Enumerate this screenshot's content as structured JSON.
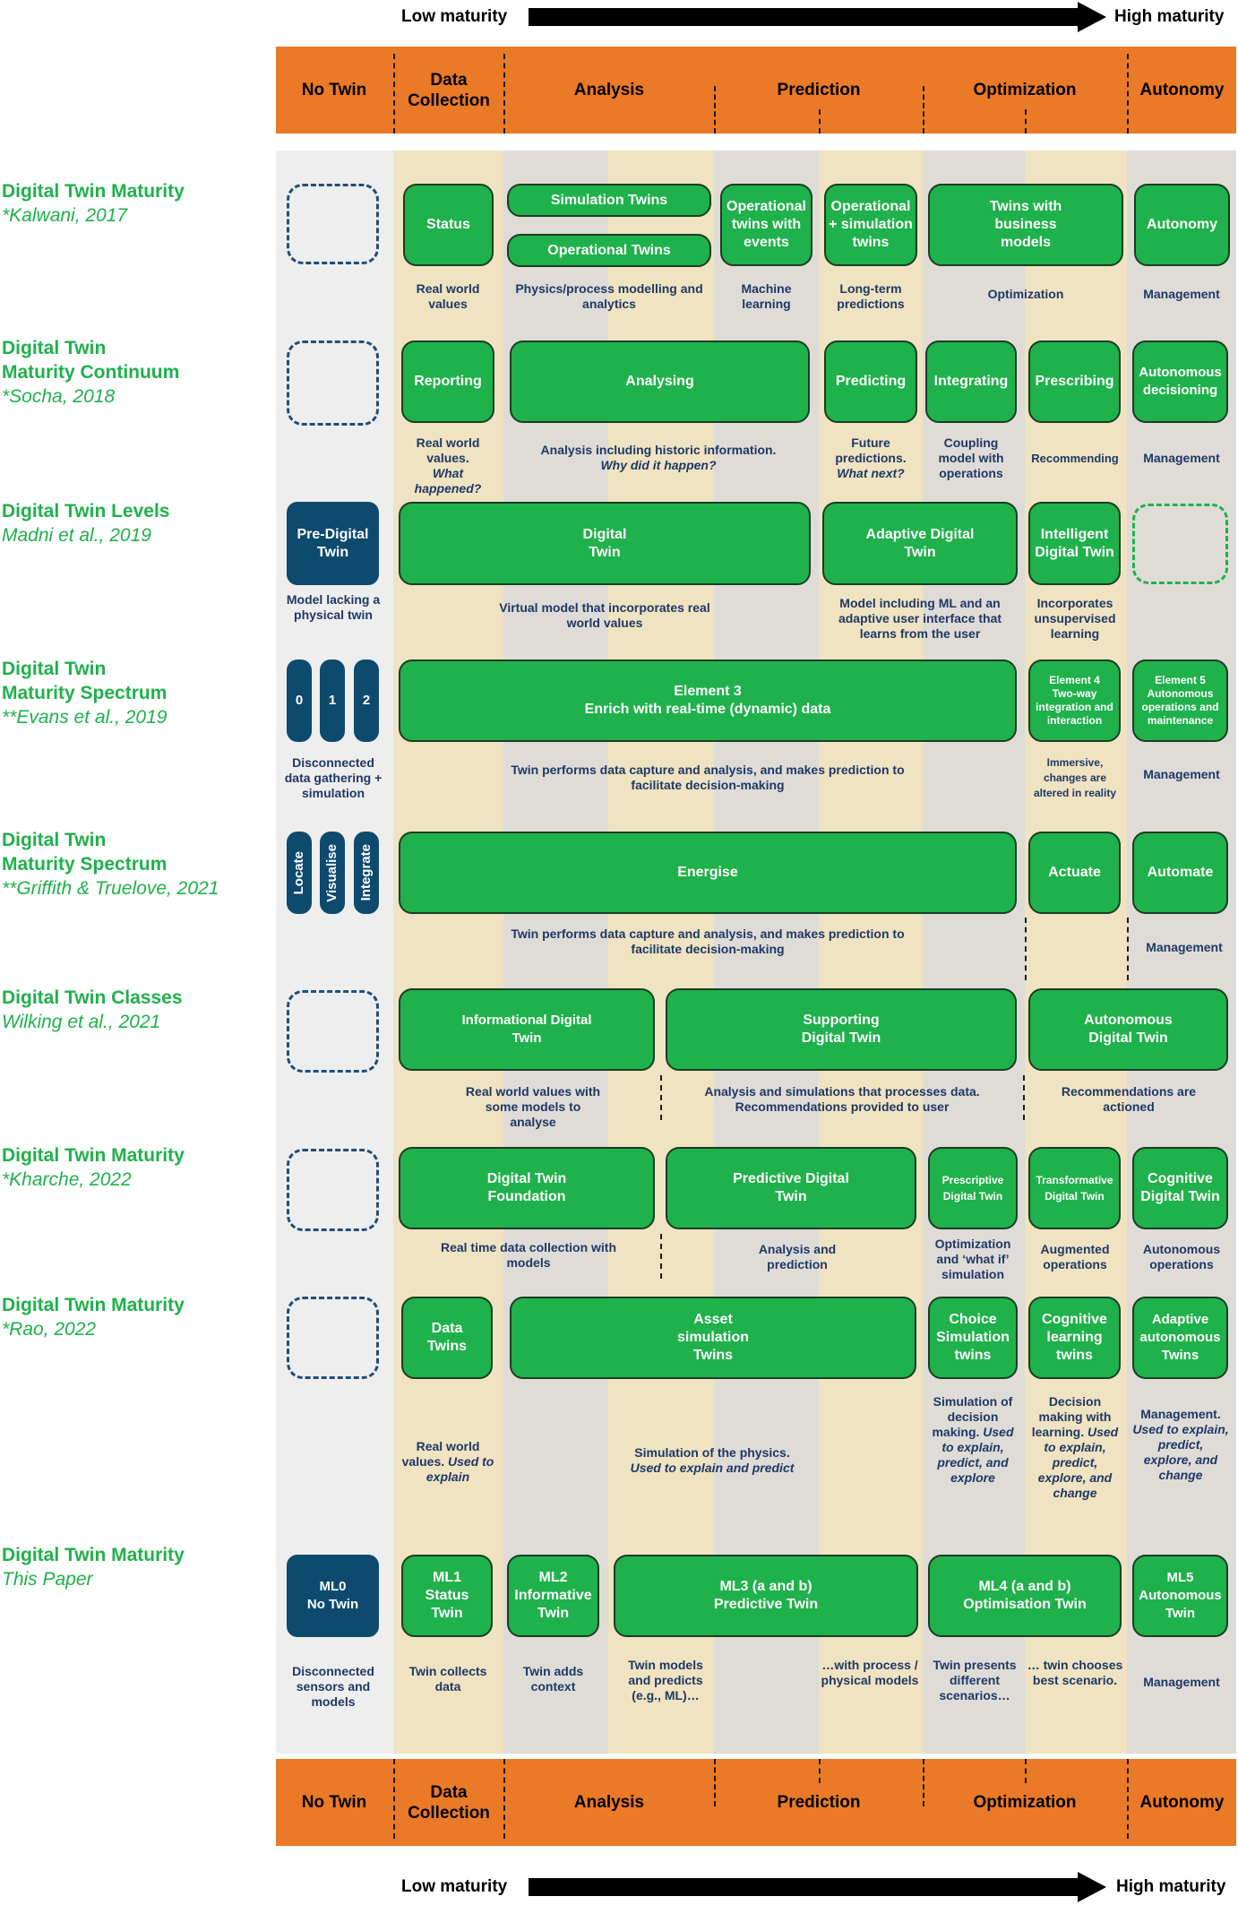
{
  "arrow": {
    "low": "Low maturity",
    "high": "High maturity"
  },
  "stages": [
    "No Twin",
    "Data\nCollection",
    "Analysis",
    "Prediction",
    "Optimization",
    "Autonomy"
  ],
  "rows": {
    "r1": {
      "title": "Digital Twin Maturity",
      "cite": "*Kalwani, 2017",
      "b1": "Status",
      "b2": "Simulation Twins",
      "b3": "Operational Twins",
      "b4": "Operational twins with events",
      "b5": "Operational + simulation twins",
      "b6": "Twins with business models",
      "b7": "Autonomy",
      "d1": "Real world values",
      "d2": "Physics/process modelling and analytics",
      "d3": "Machine learning",
      "d4": "Long-term predictions",
      "d5": "Optimization",
      "d6": "Management"
    },
    "r2": {
      "title1": "Digital Twin",
      "title2": "Maturity Continuum",
      "cite": "*Socha, 2018",
      "b1": "Reporting",
      "b2": "Analysing",
      "b3": "Predicting",
      "b4": "Integrating",
      "b5": "Prescribing",
      "b6": "Autonomous decisioning",
      "d1a": "Real world values.",
      "d1b": "What happened?",
      "d2a": "Analysis including historic information.",
      "d2b": "Why did it happen?",
      "d3a": "Future predictions.",
      "d3b": "What next?",
      "d4": "Coupling model with operations",
      "d5": "Recommending",
      "d6": "Management"
    },
    "r3": {
      "title": "Digital Twin Levels",
      "cite": "Madni et al., 2019",
      "b0": "Pre-Digital Twin",
      "b1": "Digital Twin",
      "b2": "Adaptive Digital Twin",
      "b3": "Intelligent Digital Twin",
      "d0": "Model lacking a physical twin",
      "d1": "Virtual model that incorporates real world values",
      "d2": "Model including ML and an adaptive user interface that learns from the user",
      "d3": "Incorporates unsupervised learning"
    },
    "r4": {
      "title1": "Digital Twin",
      "title2": "Maturity Spectrum",
      "cite": "**Evans et al., 2019",
      "n0": "0",
      "n1": "1",
      "n2": "2",
      "b1a": "Element 3",
      "b1b": "Enrich with real-time (dynamic) data",
      "b2": "Element 4 Two-way integration and interaction",
      "b3": "Element 5 Autonomous operations and maintenance",
      "d0": "Disconnected data gathering + simulation",
      "d1": "Twin performs data capture and analysis, and makes prediction to facilitate decision-making",
      "d2": "Immersive, changes are altered in reality",
      "d3": "Management"
    },
    "r5": {
      "title1": "Digital Twin",
      "title2": "Maturity Spectrum",
      "cite": "**Griffith & Truelove, 2021",
      "v1": "Locate",
      "v2": "Visualise",
      "v3": "Integrate",
      "b1": "Energise",
      "b2": "Actuate",
      "b3": "Automate",
      "d1": "Twin performs data capture and analysis, and makes prediction to facilitate decision-making",
      "d2": "Management"
    },
    "r6": {
      "title": "Digital Twin Classes",
      "cite": "Wilking et al., 2021",
      "b1": "Informational Digital Twin",
      "b2": "Supporting Digital Twin",
      "b3": "Autonomous Digital Twin",
      "d1": "Real world values with some models to analyse",
      "d2": "Analysis and simulations that processes data. Recommendations provided to user",
      "d3": "Recommendations are actioned"
    },
    "r7": {
      "title": "Digital Twin Maturity",
      "cite": "*Kharche, 2022",
      "b1": "Digital Twin Foundation",
      "b2": "Predictive Digital Twin",
      "b3": "Prescriptive Digital Twin",
      "b4": "Transformative Digital Twin",
      "b5": "Cognitive Digital Twin",
      "d1": "Real time data collection with models",
      "d2": "Analysis and prediction",
      "d3": "Optimization and ‘what if’ simulation",
      "d4": "Augmented operations",
      "d5": "Autonomous operations"
    },
    "r8": {
      "title": "Digital Twin Maturity",
      "cite": "*Rao, 2022",
      "b1": "Data Twins",
      "b2": "Asset simulation Twins",
      "b3": "Choice Simulation twins",
      "b4": "Cognitive learning twins",
      "b5": "Adaptive autonomous Twins",
      "d1a": "Real world values.",
      "d1b": "Used to explain",
      "d2a": "Simulation of the physics.",
      "d2b": "Used to explain and predict",
      "d3a": "Simulation of decision making.",
      "d3b": "Used to explain, predict, and explore",
      "d4a": "Decision making with learning.",
      "d4b": "Used to explain, predict, explore, and change",
      "d5a": "Management.",
      "d5b": "Used to explain, predict, explore, and change"
    },
    "r9": {
      "title": "Digital Twin Maturity",
      "cite": "This Paper",
      "b0a": "ML0",
      "b0b": "No Twin",
      "b1a": "ML1",
      "b1b": "Status Twin",
      "b2a": "ML2",
      "b2b": "Informative Twin",
      "b3a": "ML3 (a and b)",
      "b3b": "Predictive Twin",
      "b4a": "ML4 (a and b)",
      "b4b": "Optimisation Twin",
      "b5a": "ML5",
      "b5b": "Autonomous Twin",
      "d0": "Disconnected sensors and models",
      "d1": "Twin collects data",
      "d2": "Twin adds context",
      "d3a": "Twin models and predicts (e.g., ML)…",
      "d3b": "…with process / physical models",
      "d4a": "Twin presents different scenarios…",
      "d4b": "… twin chooses best scenario.",
      "d5": "Management"
    }
  },
  "colors": {
    "orange": "#ea7a27",
    "green": "#1fb14b",
    "navy": "#0d4a6e",
    "tan": "#efe3c2",
    "grey": "#dfdcd8",
    "light_grey": "#eeeeee"
  }
}
